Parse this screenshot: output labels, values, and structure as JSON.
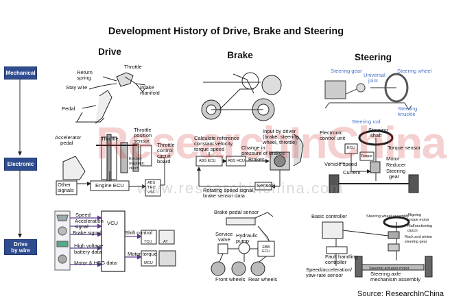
{
  "title": "Development History of Drive, Brake and Steering",
  "columns": {
    "drive": "Drive",
    "brake": "Brake",
    "steering": "Steering"
  },
  "stages": {
    "mechanical": "Mechanical",
    "electronic": "Electronic",
    "drive_by_wire_1": "Drive",
    "drive_by_wire_2": "by wire"
  },
  "drive": {
    "mechanical": {
      "throttle": "Throttle",
      "return_spring_1": "Return",
      "return_spring_2": "spring",
      "stay_wire": "Stay wire",
      "intake_1": "Intake",
      "intake_2": "manifold",
      "pedal": "Pedal"
    },
    "electronic": {
      "accelerator_1": "Accelerator",
      "accelerator_2": "pedal",
      "throttle": "Throttle",
      "tps_1": "Throttle",
      "tps_2": "position",
      "tps_3": "sensor",
      "clutch_1": "Electro-",
      "clutch_2": "magnetic",
      "clutch_3": "clutch",
      "tcb_1": "Throttle",
      "tcb_2": "control",
      "tcb_3": "circuit",
      "tcb_4": "board",
      "other_1": "Other",
      "other_2": "signals",
      "ecu": "Engine ECU",
      "abs_1": "ABS",
      "abs_2": "TRC",
      "abs_3": "VSC"
    },
    "dbw": {
      "speed": "Speed",
      "accel_1": "Acceleration",
      "accel_2": "signal",
      "brake_signal": "Brake signal",
      "hv_1": "High voltage",
      "hv_2": "battery data",
      "motor_hsg": "Motor & HSG data",
      "vcu": "VCU",
      "shift": "Shift control",
      "tcu": "TCU",
      "at": "AT",
      "motor_torque": "Motor torque",
      "mcu": "MCU"
    }
  },
  "brake": {
    "electronic": {
      "calc_1": "Calculate reference",
      "calc_2": "constant velocity,",
      "calc_3": "torque speed",
      "input_1": "Input by driver",
      "input_2": "(brake, steering",
      "input_3": "wheel, throttle)",
      "change_1": "Change in",
      "change_2": "pressure of brakes",
      "abs_ecu": "ABS ECU",
      "abs_hcu": "ABS HCU",
      "brakes": "Brakes",
      "sensor": "Sensor",
      "rot_1": "Rotating speed signal,",
      "rot_2": "brake sensor data"
    },
    "dbw": {
      "pedal_sensor": "Brake pedal sensor",
      "service_1": "Service",
      "service_2": "valve",
      "hydraulic_1": "Hydraulic",
      "hydraulic_2": "pump",
      "ebb": "EBB ECU",
      "front": "Front wheels",
      "rear": "Rear wheels"
    }
  },
  "steering": {
    "mechanical": {
      "gear": "Steering gear",
      "joint_1": "Universal",
      "joint_2": "joint",
      "wheel": "Steering wheel",
      "knuckle_1": "Steering",
      "knuckle_2": "knuckle",
      "rod": "Steering rod"
    },
    "electronic": {
      "ecu_1": "Electronic",
      "ecu_2": "control unit",
      "shaft_1": "Steering",
      "shaft_2": "shaft",
      "torque_sensor": "Torque sensor",
      "ecu_box": "ECU",
      "torque_box": "Torque",
      "vehicle_speed": "Vehicle speed",
      "current": "Current",
      "motor": "Motor",
      "reducer": "Reducer",
      "gear_1": "Steering",
      "gear_2": "gear"
    },
    "dbw": {
      "basic": "Basic controller",
      "wheel_asm": "Steering wheel assembly",
      "aligning_1": "Aligning",
      "aligning_2": "torque motor",
      "malf_1": "Malfunctioning",
      "malf_2": "clutch",
      "rack_1": "Rack and pinion",
      "rack_2": "steering gear",
      "fault_1": "Fault handling",
      "fault_2": "controller",
      "speed_1": "Speed/acceleration/",
      "speed_2": "yaw-rate sensor",
      "actuator": "Steering actuator motor",
      "axle_1": "Steering axle",
      "axle_2": "mechanism assembly"
    }
  },
  "watermark": "ResearchInChina",
  "watermark_url": "www.researchinchina.com",
  "source": "Source: ResearchInChina"
}
